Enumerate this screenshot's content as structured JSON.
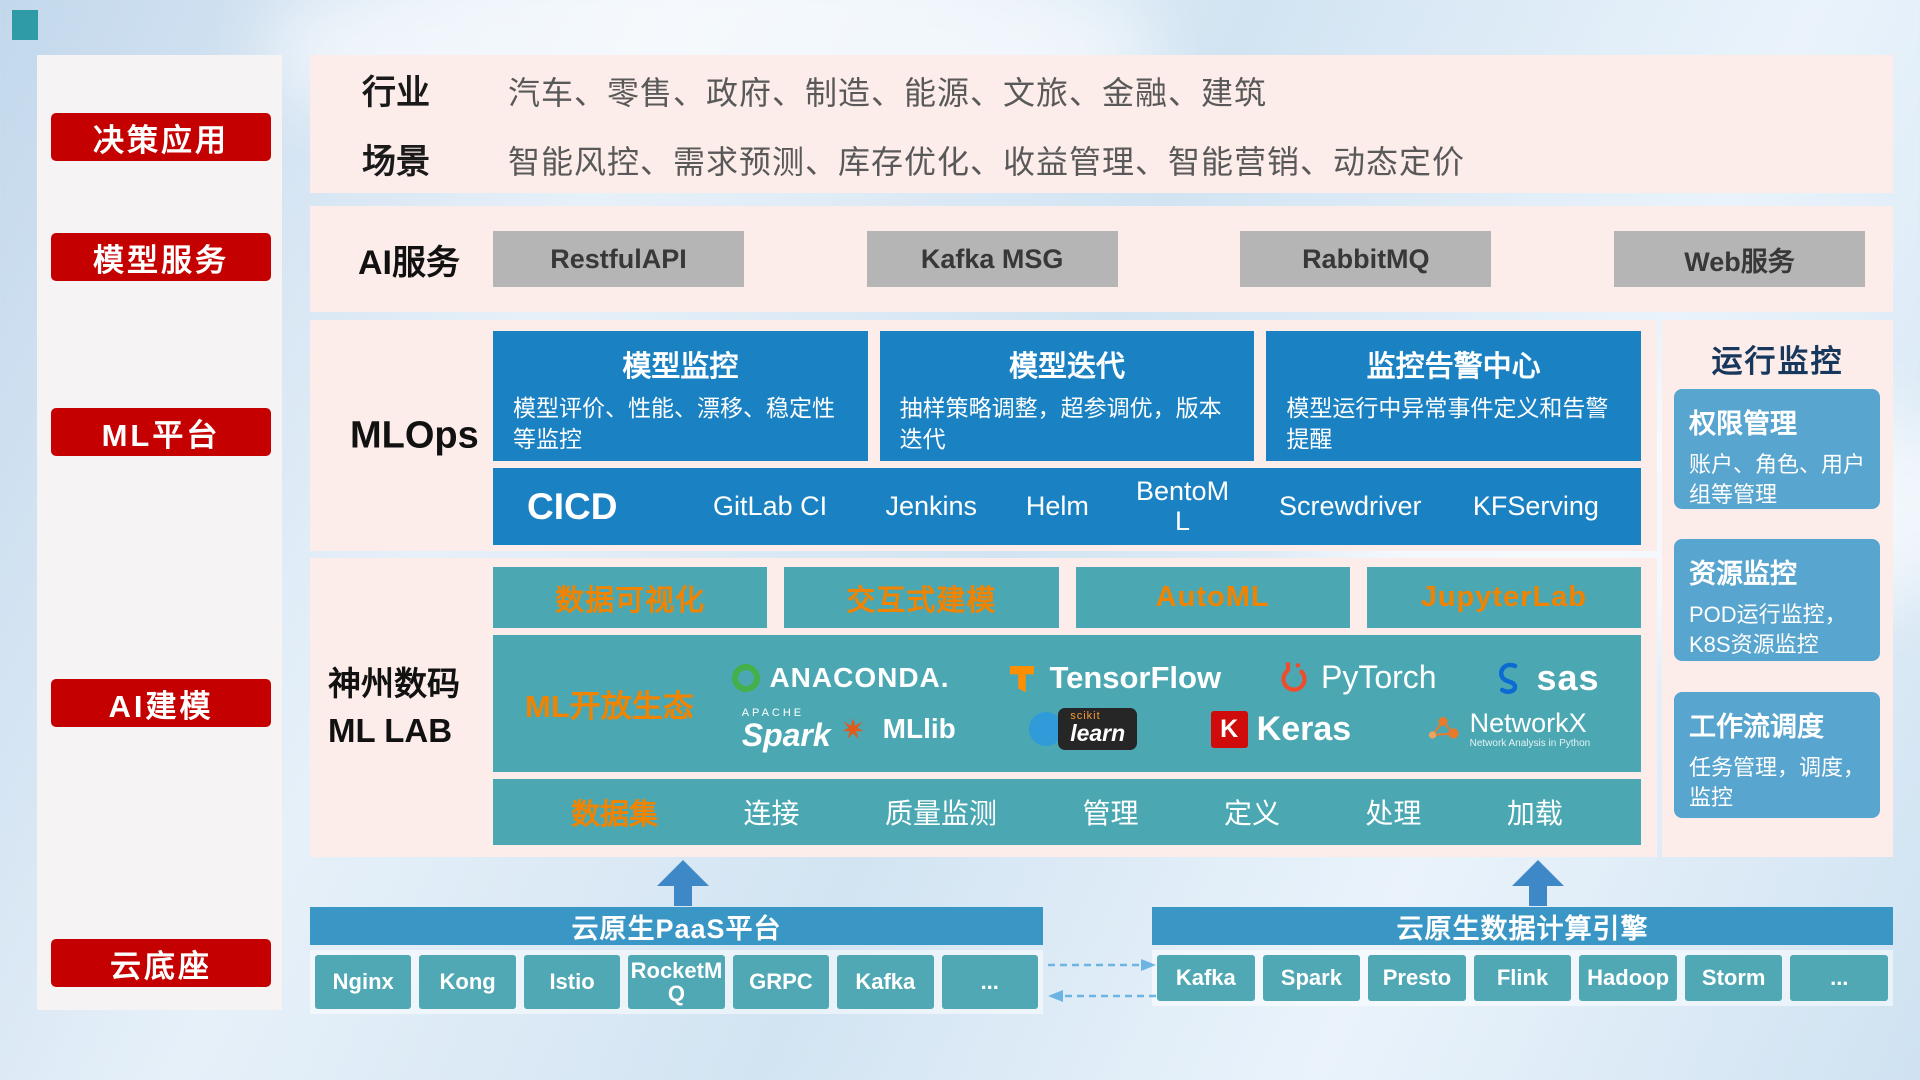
{
  "colors": {
    "accent_red": "#c40000",
    "panel_pink": "#fcedea",
    "blue_card": "#1a81c2",
    "light_blue_card": "#58a5cf",
    "teal_block": "#4ba8b3",
    "orange_text": "#f08300",
    "gray_button": "#b5b5b5",
    "bottom_bar_blue": "#3a97c5",
    "chip_teal": "#4fa8b4",
    "arrow_blue": "#3f88c8"
  },
  "sidebar": {
    "items": [
      {
        "label": "决策应用"
      },
      {
        "label": "模型服务"
      },
      {
        "label": "ML平台"
      },
      {
        "label": "AI建模"
      },
      {
        "label": "云底座"
      }
    ]
  },
  "industry": {
    "rows": [
      {
        "label": "行业",
        "text": "汽车、零售、政府、制造、能源、文旅、金融、建筑"
      },
      {
        "label": "场景",
        "text": "智能风控、需求预测、库存优化、收益管理、智能营销、动态定价"
      }
    ]
  },
  "ai_service": {
    "label": "AI服务",
    "buttons": [
      {
        "label": "RestfulAPI"
      },
      {
        "label": "Kafka MSG"
      },
      {
        "label": "RabbitMQ"
      },
      {
        "label": "Web服务"
      }
    ]
  },
  "mlops": {
    "label": "MLOps",
    "cards": [
      {
        "title": "模型监控",
        "body": "模型评价、性能、漂移、稳定性等监控"
      },
      {
        "title": "模型迭代",
        "body": "抽样策略调整，超参调优，版本迭代"
      },
      {
        "title": "监控告警中心",
        "body": "模型运行中异常事件定义和告警提醒"
      }
    ],
    "cicd_label": "CICD",
    "cicd_items": [
      {
        "label": "GitLab CI"
      },
      {
        "label": "Jenkins"
      },
      {
        "label": "Helm"
      },
      {
        "label": "BentoML"
      },
      {
        "label": "Screwdriver"
      },
      {
        "label": "KFServing"
      }
    ]
  },
  "monitoring": {
    "title": "运行监控",
    "cards": [
      {
        "title": "权限管理",
        "body": "账户、角色、用户组等管理"
      },
      {
        "title": "资源监控",
        "body": "POD运行监控，K8S资源监控"
      },
      {
        "title": "工作流调度",
        "body": "任务管理，调度，监控"
      }
    ]
  },
  "mllab": {
    "label_line1": "神州数码",
    "label_line2": "ML LAB",
    "tools": [
      {
        "label": "数据可视化"
      },
      {
        "label": "交互式建模"
      },
      {
        "label": "AutoML"
      },
      {
        "label": "JupyterLab"
      }
    ],
    "eco_label": "ML开放生态",
    "logos": {
      "anaconda": "ANACONDA.",
      "tensorflow": "TensorFlow",
      "pytorch": "PyTorch",
      "sas": "sas",
      "spark_prefix": "APACHE",
      "spark": "Spark",
      "mllib": "MLlib",
      "scikit_small": "scikit",
      "scikit": "learn",
      "keras_letter": "K",
      "keras": "Keras",
      "networkx": "NetworkX",
      "networkx_sub": "Network Analysis in Python"
    },
    "data_row": {
      "first": "数据集",
      "items": [
        {
          "label": "连接"
        },
        {
          "label": "质量监测"
        },
        {
          "label": "管理"
        },
        {
          "label": "定义"
        },
        {
          "label": "处理"
        },
        {
          "label": "加载"
        }
      ]
    }
  },
  "bottom": {
    "paas": {
      "title": "云原生PaaS平台",
      "chips": [
        {
          "label": "Nginx"
        },
        {
          "label": "Kong"
        },
        {
          "label": "Istio"
        },
        {
          "label": "RocketMQ"
        },
        {
          "label": "GRPC"
        },
        {
          "label": "Kafka"
        },
        {
          "label": "..."
        }
      ]
    },
    "engine": {
      "title": "云原生数据计算引擎",
      "chips": [
        {
          "label": "Kafka"
        },
        {
          "label": "Spark"
        },
        {
          "label": "Presto"
        },
        {
          "label": "Flink"
        },
        {
          "label": "Hadoop"
        },
        {
          "label": "Storm"
        },
        {
          "label": "..."
        }
      ]
    }
  }
}
